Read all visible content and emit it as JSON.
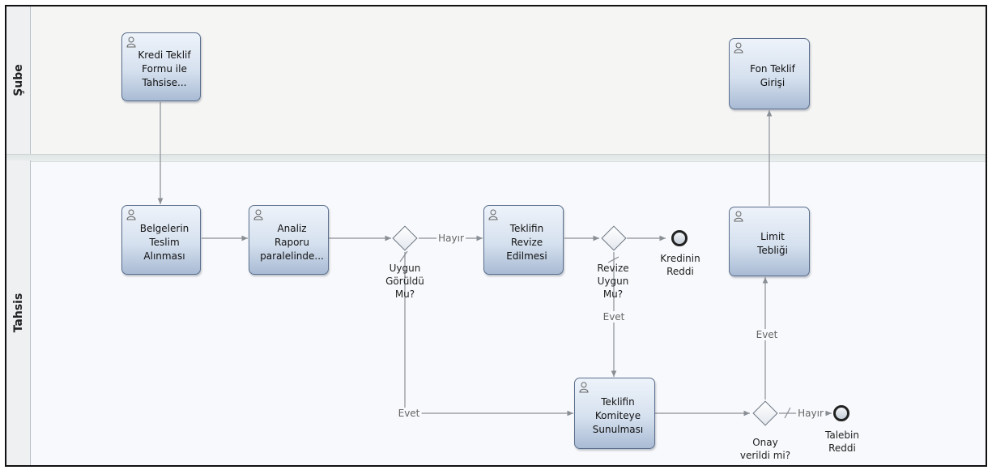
{
  "lanes": {
    "top": "Şube",
    "bottom": "Tahsis"
  },
  "tasks": {
    "kredi_teklif": "Kredi Teklif\nFormu ile\nTahsise...",
    "belgelerin_teslim": "Belgelerin\nTeslim\nAlınması",
    "analiz_raporu": "Analiz\nRaporu\nparalelinde...",
    "teklifin_revize": "Teklifin\nRevize\nEdilmesi",
    "teklifin_komiteye": "Teklifin\nKomiteye\nSunulması",
    "limit_tebligi": "Limit Tebliği",
    "fon_teklif": "Fon Teklif\nGirişi"
  },
  "gateways": {
    "uygun_goruldu": "Uygun\nGörüldü\nMu?",
    "revize_uygun": "Revize\nUygun\nMu?",
    "onay_verildi": "Onay\nverildi mi?"
  },
  "end_events": {
    "kredinin_reddi": "Kredinin\nReddi",
    "talebin_reddi": "Talebin\nReddi"
  },
  "flow_labels": {
    "hayir_1": "Hayır",
    "evet_1": "Evet",
    "evet_2": "Evet",
    "evet_3": "Evet",
    "hayir_2": "Hayır"
  },
  "colors": {
    "task_border": "#5a6f8c",
    "flow_line": "#8a8f96",
    "lane_top_bg": "#f5f5f4",
    "lane_bottom_bg": "#f8f9fc"
  }
}
